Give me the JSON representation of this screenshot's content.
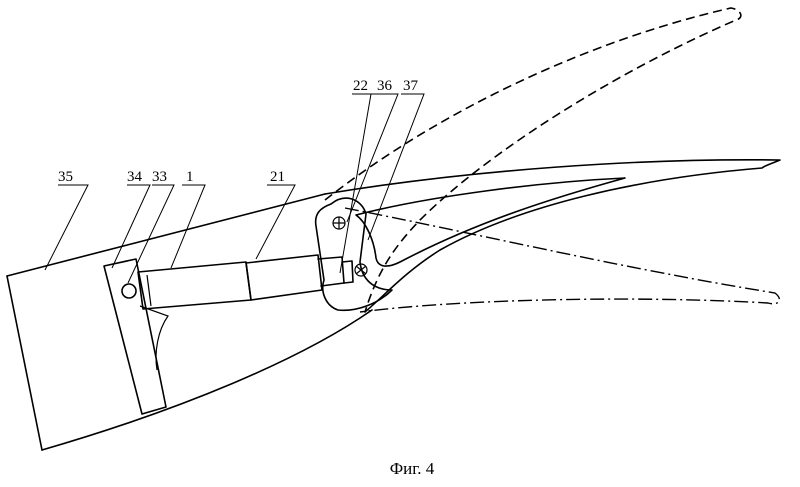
{
  "figure": {
    "caption": "Фиг. 4",
    "labels": {
      "l35": "35",
      "l34": "34",
      "l33": "33",
      "l1": "1",
      "l21": "21",
      "l22": "22",
      "l36": "36",
      "l37": "37"
    }
  }
}
